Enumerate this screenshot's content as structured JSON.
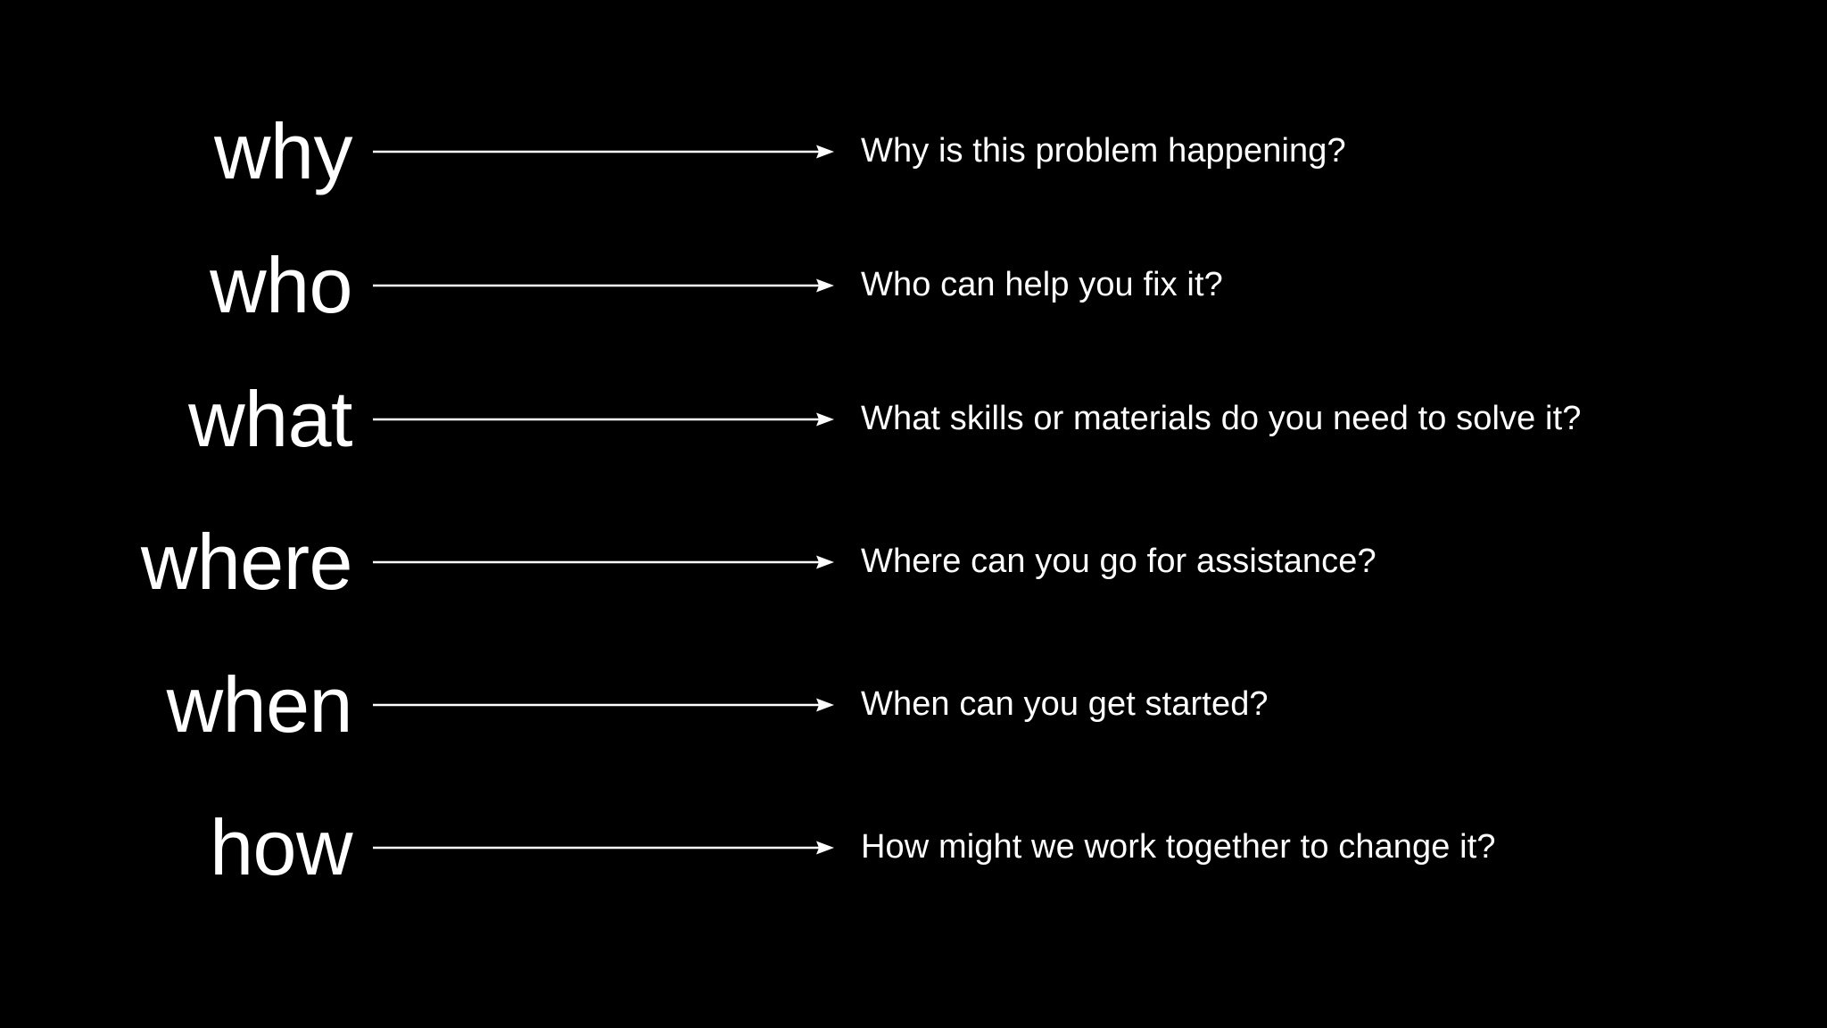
{
  "slide": {
    "background_color": "#000000",
    "text_color": "#ffffff",
    "title": "",
    "connector_icon": "arrow-right-icon"
  },
  "rows": [
    {
      "keyword": "why",
      "question": "Why is this problem happening?"
    },
    {
      "keyword": "who",
      "question": "Who can help you fix it?"
    },
    {
      "keyword": "what",
      "question": "What skills or materials do you need to solve it?"
    },
    {
      "keyword": "where",
      "question": "Where can you go for assistance?"
    },
    {
      "keyword": "when",
      "question": "When can you get started?"
    },
    {
      "keyword": "how",
      "question": "How might we work together to change it?"
    }
  ]
}
